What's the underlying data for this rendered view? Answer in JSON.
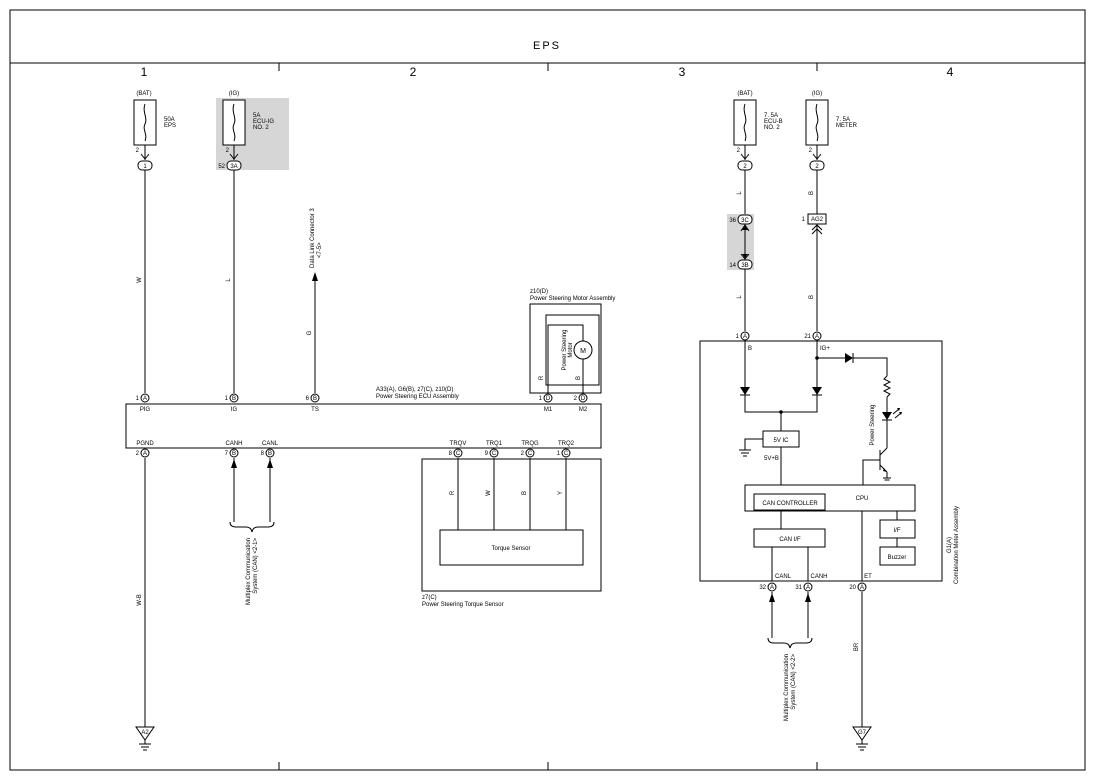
{
  "title": "EPS",
  "columns": [
    "1",
    "2",
    "3",
    "4"
  ],
  "fuses": [
    {
      "supply": "(BAT)",
      "rating": "50A",
      "name": "EPS",
      "pin": "2",
      "conn": "1"
    },
    {
      "supply": "(IG)",
      "rating": "5A",
      "name": "ECU-IG",
      "name2": "NO. 2",
      "pin": "2",
      "conn": "3A",
      "conn_pin": "52"
    },
    {
      "supply": "(BAT)",
      "rating": "7. 5A",
      "name": "ECU-B",
      "name2": "NO. 2",
      "pin": "2",
      "conn": "2"
    },
    {
      "supply": "(IG)",
      "rating": "7. 5A",
      "name": "METER",
      "pin": "2",
      "conn": "2"
    }
  ],
  "wires": {
    "w1": "W",
    "w2": "L",
    "w3": "G",
    "w4": "W-B",
    "w5": "L",
    "w6": "B",
    "w7": "L",
    "w8": "B",
    "w9": "BR",
    "m_r": "R",
    "m_b": "B",
    "t_r": "R",
    "t_w": "W",
    "t_b": "B",
    "t_y": "Y"
  },
  "dlc": {
    "label": "Data Link Connector 3",
    "ref": "<7-5>"
  },
  "ecu": {
    "label1": "A33(A), G6(B), z7(C), z10(D)",
    "label2": "Power Steering ECU Assembly",
    "top_pins": [
      {
        "num": "1",
        "conn": "A",
        "name": "PIG"
      },
      {
        "num": "1",
        "conn": "B",
        "name": "IG"
      },
      {
        "num": "6",
        "conn": "B",
        "name": "TS"
      },
      {
        "num": "1",
        "conn": "D",
        "name": "M1"
      },
      {
        "num": "2",
        "conn": "D",
        "name": "M2"
      }
    ],
    "bottom_pins": [
      {
        "num": "2",
        "conn": "A",
        "name": "PGND"
      },
      {
        "num": "7",
        "conn": "B",
        "name": "CANH"
      },
      {
        "num": "8",
        "conn": "B",
        "name": "CANL"
      },
      {
        "num": "8",
        "conn": "C",
        "name": "TRQV"
      },
      {
        "num": "9",
        "conn": "C",
        "name": "TRQ1"
      },
      {
        "num": "2",
        "conn": "C",
        "name": "TRQG"
      },
      {
        "num": "1",
        "conn": "C",
        "name": "TRQ2"
      }
    ]
  },
  "motor": {
    "label1": "z10(D)",
    "label2": "Power Steering Motor Assembly",
    "inner": "Power Steering",
    "inner2": "Motor",
    "symbol": "M"
  },
  "torque": {
    "label1": "z7(C)",
    "label2": "Power Steering Torque Sensor",
    "inner": "Torque Sensor"
  },
  "can_left": {
    "line1": "Multiplex Communication",
    "line2": "System (CAN) <2-1>"
  },
  "can_right": {
    "line1": "Multiplex Communication",
    "line2": "System (CAN) <2-2>"
  },
  "grounds": [
    "A2",
    "G7"
  ],
  "inline": {
    "c1_pin": "36",
    "c1": "3C",
    "c2_pin": "14",
    "c2": "3B",
    "ag_pin": "1",
    "ag": "AG2"
  },
  "meter": {
    "label1": "G1(A)",
    "label2": "Combination Meter Assembly",
    "pin_b": {
      "num": "1",
      "conn": "A",
      "name": "B"
    },
    "pin_ig": {
      "num": "21",
      "conn": "A",
      "name": "IG+"
    },
    "pin_canl": {
      "num": "32",
      "conn": "A",
      "name": "CANL"
    },
    "pin_canh": {
      "num": "31",
      "conn": "A",
      "name": "CANH"
    },
    "pin_et": {
      "num": "20",
      "conn": "A",
      "name": "ET"
    },
    "vic": "5V IC",
    "vb": "5V+B",
    "can_ctrl": "CAN CONTROLLER",
    "cpu": "CPU",
    "can_if": "CAN I/F",
    "if": "I/F",
    "buzzer": "Buzzer",
    "led": "Power Steering"
  }
}
